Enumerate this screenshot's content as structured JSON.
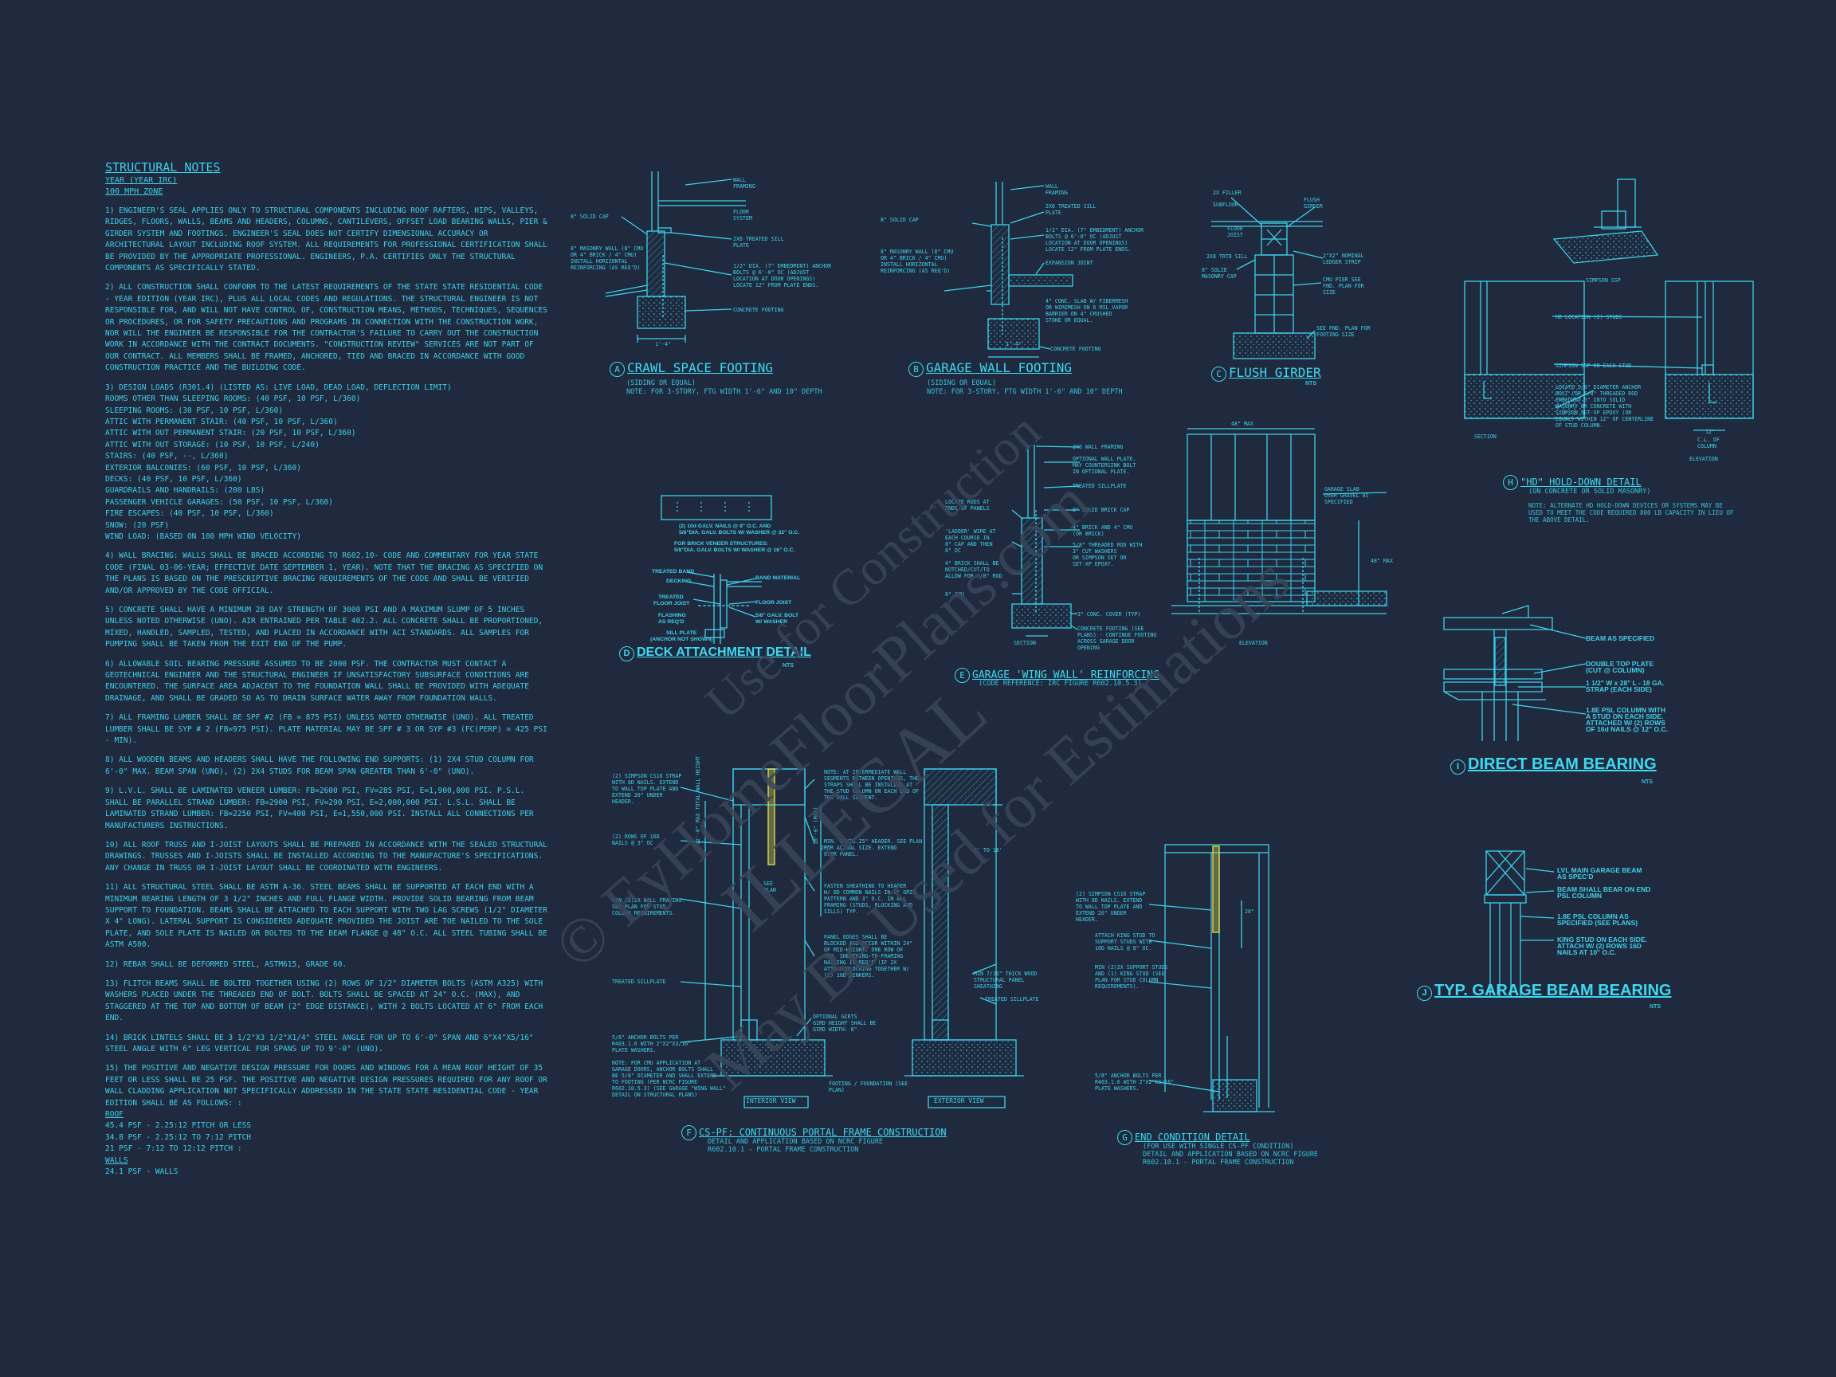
{
  "notes": {
    "title": "STRUCTURAL NOTES",
    "subtitle1": "YEAR  (YEAR IRC)",
    "subtitle2": "100 mph ZONE",
    "paragraphs": [
      "1) ENGINEER'S SEAL APPLIES ONLY TO STRUCTURAL COMPONENTS INCLUDING ROOF RAFTERS, HIPS, VALLEYS, RIDGES, FLOORS, WALLS, BEAMS AND HEADERS, COLUMNS, CANTILEVERS, OFFSET LOAD BEARING WALLS, PIER & GIRDER SYSTEM AND FOOTINGS. ENGINEER'S SEAL DOES NOT CERTIFY DIMENSIONAL ACCURACY OR ARCHITECTURAL LAYOUT INCLUDING ROOF SYSTEM. ALL REQUIREMENTS FOR PROFESSIONAL CERTIFICATION SHALL BE PROVIDED BY THE APPROPRIATE PROFESSIONAL.  ENGINEERS, P.A. CERTIFIES ONLY THE STRUCTURAL COMPONENTS AS SPECIFICALLY STATED.",
      "2) ALL CONSTRUCTION SHALL CONFORM TO THE LATEST REQUIREMENTS OF THE STATE STATE RESIDENTIAL CODE - YEAR EDITION (YEAR IRC), PLUS ALL LOCAL CODES AND REGULATIONS. THE STRUCTURAL ENGINEER IS NOT RESPONSIBLE FOR, AND WILL NOT HAVE CONTROL OF, CONSTRUCTION MEANS, METHODS, TECHNIQUES, SEQUENCES OR PROCEDURES, OR FOR SAFETY PRECAUTIONS AND PROGRAMS IN CONNECTION WITH THE CONSTRUCTION WORK, NOR WILL THE ENGINEER BE RESPONSIBLE FOR THE CONTRACTOR'S FAILURE TO CARRY OUT THE CONSTRUCTION WORK IN ACCORDANCE WITH THE CONTRACT DOCUMENTS. \"CONSTRUCTION REVIEW\" SERVICES ARE NOT PART OF OUR CONTRACT. ALL MEMBERS SHALL BE FRAMED, ANCHORED, TIED AND BRACED IN ACCORDANCE WITH GOOD CONSTRUCTION PRACTICE AND THE BUILDING CODE."
    ],
    "loads_intro": "3) DESIGN LOADS (R301.4) (LISTED AS: LIVE LOAD, DEAD LOAD, DEFLECTION LIMIT)",
    "loads": [
      "ROOMS OTHER THAN SLEEPING ROOMS: (40 PSF, 10 PSF, L/360)",
      "SLEEPING ROOMS: (30 PSF, 10 PSF, L/360)",
      "ATTIC WITH PERMANENT STAIR: (40 PSF, 10 PSF, L/360)",
      "ATTIC WITH OUT PERMANENT STAIR: (20 PSF, 10 PSF, L/360)",
      "ATTIC WITH OUT STORAGE: (10 PSF, 10 PSF, L/240)",
      "STAIRS: (40 PSF, --, L/360)",
      "EXTERIOR BALCONIES: (60 PSF, 10 PSF, L/360)",
      "DECKS: (40 PSF, 10 PSF, L/360)",
      "GUARDRAILS AND HANDRAILS: (200 LBS)",
      "PASSENGER VEHICLE GARAGES: (50 PSF, 10 PSF, L/360)",
      "FIRE ESCAPES: (40 PSF, 10 PSF, L/360)",
      "SNOW: (20 PSF)",
      "WIND LOAD: (BASED ON 100 MPH WIND VELOCITY)"
    ],
    "paragraphs2": [
      "4) WALL BRACING: WALLS SHALL BE BRACED ACCORDING TO R602.10- CODE AND COMMENTARY FOR YEAR STATE CODE (FINAL 03-06-YEAR; EFFECTIVE DATE SEPTEMBER 1, YEAR). NOTE THAT THE BRACING AS SPECIFIED ON THE PLANS IS BASED ON THE PRESCRIPTIVE BRACING REQUIREMENTS OF THE CODE AND SHALL BE VERIFIED AND/OR APPROVED BY THE CODE OFFICIAL.",
      "5) CONCRETE SHALL HAVE A MINIMUM 28 DAY STRENGTH OF 3000 PSI AND A MAXIMUM SLUMP OF 5 INCHES UNLESS NOTED OTHERWISE (UNO). AIR ENTRAINED PER TABLE 402.2. ALL CONCRETE SHALL BE PROPORTIONED, MIXED, HANDLED, SAMPLED, TESTED, AND PLACED IN ACCORDANCE WITH ACI STANDARDS. ALL SAMPLES FOR PUMPING SHALL BE TAKEN FROM THE EXIT END OF THE PUMP.",
      "6) ALLOWABLE SOIL BEARING PRESSURE ASSUMED TO BE 2000 PSF. THE CONTRACTOR MUST CONTACT A GEOTECHNICAL ENGINEER AND THE STRUCTURAL ENGINEER IF UNSATISFACTORY SUBSURFACE CONDITIONS ARE ENCOUNTERED. THE SURFACE AREA ADJACENT TO THE FOUNDATION WALL SHALL BE PROVIDED WITH ADEQUATE DRAINAGE, AND SHALL BE GRADED SO AS TO DRAIN SURFACE WATER AWAY FROM FOUNDATION WALLS.",
      "7) ALL FRAMING LUMBER SHALL BE SPF #2 (Fb = 875 PSI) UNLESS NOTED OTHERWISE (UNO). ALL TREATED LUMBER SHALL BE SYP # 2 (Fb=975 PSI). PLATE MATERIAL MAY BE SPF # 3 OR SYP #3 (Fc(perp) = 425 PSI - MIN).",
      "8) ALL WOODEN BEAMS AND HEADERS SHALL HAVE THE FOLLOWING END SUPPORTS: (1) 2x4 STUD COLUMN FOR 6'-0\" MAX. BEAM SPAN (UNO), (2) 2X4 STUDS FOR BEAM SPAN GREATER THAN 6'-0\" (UNO).",
      "9) L.V.L. SHALL BE LAMINATED VENEER LUMBER: Fb=2600 PSI, Fv=285 PSI, E=1,900,000 PSI. P.S.L. SHALL BE PARALLEL STRAND LUMBER: Fb=2900 PSI, Fv=290 PSI, E=2,000,000 PSI. L.S.L. SHALL BE LAMINATED STRAND LUMBER: Fb=2250 PSI, Fv=400 PSI, E=1,550,000 PSI. INSTALL ALL CONNECTIONS PER MANUFACTURERS INSTRUCTIONS.",
      "10) ALL ROOF TRUSS AND I-JOIST LAYOUTS SHALL BE PREPARED IN ACCORDANCE WITH THE SEALED STRUCTURAL DRAWINGS. TRUSSES AND I-JOISTS SHALL BE INSTALLED ACCORDING TO THE MANUFACTURE'S SPECIFICATIONS. ANY CHANGE IN TRUSS OR I-JOIST LAYOUT SHALL BE COORDINATED WITH ENGINEERS.",
      "11) ALL STRUCTURAL STEEL SHALL BE ASTM A-36. STEEL BEAMS SHALL BE SUPPORTED AT EACH END WITH A MINIMUM BEARING LENGTH OF 3 1/2\" INCHES AND FULL FLANGE WIDTH. PROVIDE SOLID BEARING FROM BEAM SUPPORT TO FOUNDATION. BEAMS SHALL BE ATTACHED TO EACH SUPPORT WITH TWO LAG SCREWS (1/2\" DIAMETER x 4\" LONG). LATERAL SUPPORT IS CONSIDERED ADEQUATE PROVIDED THE JOIST ARE TOE NAILED TO THE SOLE PLATE, AND SOLE PLATE IS NAILED OR BOLTED TO THE BEAM FLANGE @ 48\" O.C. ALL STEEL TUBING SHALL BE ASTM A500.",
      "12) REBAR SHALL BE DEFORMED STEEL, ASTM615, GRADE 60.",
      "13) FLITCH BEAMS SHALL BE BOLTED TOGETHER USING (2) ROWS OF 1/2\" DIAMETER BOLTS (ASTM A325) WITH WASHERS PLACED UNDER THE THREADED END OF BOLT. BOLTS SHALL BE SPACED AT 24\" O.C. (MAX), AND STAGGERED AT THE TOP AND BOTTOM OF BEAM (2\" EDGE DISTANCE), WITH 2 BOLTS LOCATED AT 6\" FROM EACH END.",
      "14) BRICK LINTELS SHALL BE 3 1/2\"x3 1/2\"x1/4\" STEEL ANGLE FOR UP TO 6'-0\" SPAN AND 6\"x4\"x5/16\" STEEL ANGLE WITH 6\" LEG VERTICAL FOR SPANS UP TO 9'-0\" (UNO).",
      "15) THE POSITIVE AND NEGATIVE DESIGN PRESSURE FOR DOORS AND WINDOWS FOR A MEAN ROOF HEIGHT OF 35 FEET OR LESS SHALL BE 25 PSF. THE POSITIVE AND NEGATIVE DESIGN PRESSURES REQUIRED FOR ANY ROOF OR WALL CLADDING APPLICATION NOT SPECIFICALLY ADDRESSED IN THE STATE STATE RESIDENTIAL CODE - YEAR EDITION SHALL BE AS FOLLOWS: :"
    ],
    "roof_head": "ROOF",
    "roof": [
      "45.4 PSF - 2.25:12 PITCH OR LESS",
      "34.8 PSF - 2.25:12 TO 7:12 PITCH",
      "21 PSF - 7:12 TO 12:12 PITCH :"
    ],
    "walls_head": "WALLS",
    "walls": [
      "24.1 PSF - WALLS"
    ]
  },
  "details": {
    "a": {
      "letter": "A",
      "title": "CRAWL SPACE FOOTING",
      "sub1": "(SIDING OR EQUAL)",
      "sub2": "NOTE: FOR 3-STORY, FTG WIDTH 1'-6\" AND 10\" DEPTH",
      "labels": [
        "WALL",
        "FRAMING",
        "8\" SOLID CAP",
        "FLOOR",
        "SYSTEM",
        "2x6 TREATED SILL",
        "PLATE",
        "8\" MASONRY WALL (8\" CMU",
        "OR 4\" BRICK / 4\" CMU)",
        "INSTALL HORIZONTAL",
        "REINFORCING (AS REQ'D)",
        "1/2\" DIA. (7\" EMBEDMENT) ANCHOR",
        "BOLTS @ 6'-0\" OC (ADJUST",
        "LOCATION AT DOOR OPENINGS)",
        "LOCATE 12\" FROM PLATE ENDS.",
        "CONCRETE FOOTING",
        "1'-4\""
      ]
    },
    "b": {
      "letter": "B",
      "title": "GARAGE WALL FOOTING",
      "sub1": "(SIDING OR EQUAL)",
      "sub2": "NOTE: FOR 3-STORY, FTG WIDTH 1'-6\" AND 10\" DEPTH",
      "labels": [
        "WALL",
        "FRAMING",
        "2x6 TREATED SILL",
        "PLATE",
        "8\" SOLID CAP",
        "1/2\" DIA. (7\" EMBEDMENT) ANCHOR",
        "BOLTS @ 6'-0\" OC (ADJUST",
        "LOCATION AT DOOR OPENINGS)",
        "LOCATE 12\" FROM PLATE ENDS.",
        "EXPANSION JOINT",
        "8\" MASONRY WALL (8\" CMU",
        "OR 4\" BRICK / 4\" CMU)",
        "INSTALL HORIZONTAL",
        "REINFORCING (AS REQ'D)",
        "4\" CONC. SLAB w/ FIBERMESH",
        "OR WIREMESH ON 6 MIL VAPOR",
        "BARRIER ON 4\" CRUSHED",
        "STONE OR EQUAL.",
        "CONCRETE FOOTING",
        "1'-4\""
      ]
    },
    "c": {
      "letter": "C",
      "title": "FLUSH GIRDER",
      "nts": "NTS",
      "labels": [
        "2X FILLER",
        "SUBFLOOR",
        "FLUSH",
        "GIRDER",
        "FLOOR",
        "JOIST",
        "2X8 TRTD SILL",
        "2\"X2\" NOMINAL",
        "LEDGER STRIP",
        "8\" SOLID",
        "MASONRY CAP",
        "CMU PIER SEE",
        "FND. PLAN FOR",
        "SIZE",
        "SEE FND. PLAN FOR",
        "FOOTING SIZE"
      ]
    },
    "d": {
      "letter": "D",
      "title": "DECK ATTACHMENT DETAIL",
      "nts": "NTS",
      "labels": [
        "(2) 10d GALV. NAILS @ 8\" O.C. AND",
        "5/8\"DIA. GALV. BOLTS W/ WASHER @ 32\" O.C.",
        "FOR BRICK VENEER STRUCTURES:",
        "5/8\"DIA. GALV. BOLTS W/ WASHER @ 16\" O.C.",
        "TREATED BAND",
        "DECKING",
        "BAND MATERIAL",
        "TREATED",
        "FLOOR JOIST",
        "FLOOR JOIST",
        "FLASHING",
        "AS REQ'D",
        "5/8\" GALV. BOLT",
        "W/ WASHER",
        "SILL PLATE",
        "(ANCHOR NOT SHOWN)"
      ]
    },
    "e": {
      "letter": "E",
      "title": "GARAGE 'WING WALL' REINFORCING",
      "sub1": "(CODE REFERENCE: IRC FIGURE R602.10.5.3)",
      "labels": [
        "2x6 WALL FRAMING",
        "OPTIONAL WALL PLATE.",
        "MAY COUNTERSINK BOLT",
        "IN OPTIONAL PLATE.",
        "TREATED SILLPLATE",
        "8\" SOLID BRICK CAP",
        "4\" BRICK AND 4\" CMU",
        "(OR BRICK)",
        "5/8\" THREADED ROD WITH",
        "3\" CUT WASHERS",
        "OR SIMPSON SET OR",
        "SET-XP EPOXY.",
        "LOCATE RODS AT",
        "ENDS OF PANELS",
        "'LADDER' WIRE AT",
        "EACH COURSE IN",
        "8\" CAP AND THEN",
        "8\" OC",
        "4\" BRICK SHALL BE",
        "NOTCHED/CUT/TO",
        "ALLOW FOR 5/8\" ROD",
        "8\" CMU",
        "3\" CONC. COVER (TYP)",
        "CONCRETE FOOTING (SEE",
        "PLANS) - CONTINUE FOOTING",
        "ACROSS GARAGE DOOR",
        "OPENING",
        "GARAGE SLAB",
        "OVER GRAVEL AS",
        "SPECIFIED",
        "48\" MAX",
        "48\" MAX",
        "SECTION",
        "ELEVATION"
      ]
    },
    "f": {
      "letter": "F",
      "title": "CS-PF: CONTINUOUS PORTAL FRAME CONSTRUCTION",
      "sub1": "DETAIL AND APPLICATION BASED ON NCRC FIGURE",
      "sub2": "R602.10.1 - PORTAL FRAME CONSTRUCTION",
      "labels": [
        "(2) SIMPSON CS16 STRAP",
        "WITH 8d NAILS. EXTEND",
        "TO WALL TOP PLATE AND",
        "EXTEND 20\" UNDER",
        "HEADER.",
        "(2) ROWS OF 16d",
        "NAILS @ 3\" OC",
        "MIN (2)2X WALL FRAMING.",
        "SEE PLAN FOR STUD",
        "COLUMN REQUIREMENTS.",
        "TREATED SILLPLATE",
        "5/8\" ANCHOR BOLTS PER",
        "R403.1.6 WITH 2\"x2\"x3/16\"",
        "PLATE WASHERS.",
        "NOTE: FOR CMU APPLICATION AT",
        "GARAGE DOORS, ANCHOR BOLTS SHALL",
        "BE 5/8\" DIAMETER AND SHALL EXTEND",
        "TO FOOTING (PER NCRC FIGURE",
        "R602.10.5.3) (SEE GARAGE \"WING WALL\"",
        "DETAIL ON STRUCTURAL PLANS)",
        "NOTE: AT INTERMEDIATE WALL",
        "SEGMENTS BETWEEN OPENINGS, THE",
        "STRAPS SHALL BE INSTALLED AT",
        "THE STUD COLUMN ON EACH END OF",
        "THE WALL SEGMENT.",
        "MIN. 3\"x11.25\" HEADER. SEE PLAN",
        "FOR ACTUAL SIZE. EXTEND",
        "OVER PANEL.",
        "FASTEN SHEATHING TO HEADER",
        "W/ 8d COMMON NAILS IN 3\" GRID",
        "PATTERN AND 3\" O.C. IN ALL",
        "FRAMING (STUDS, BLOCKING AND",
        "SILLS) TYP.",
        "PANEL EDGES SHALL BE",
        "BLOCKED AND OCCUR WITHIN 24\"",
        "OF MID-HEIGHT. ONE ROW OF",
        "TYP. SHEATHING-TO-FRAMING",
        "NAILING IS REQ'D (IF 2X",
        "ATTACH BLOCKING TOGETHER W/",
        "(2) 16d SINKERS.",
        "OPTIONAL GIRTS",
        "GIRD HEIGHT SHALL BE",
        "GIRD WIDTH: 8\"",
        "FOOTING / FOUNDATION (SEE",
        "PLAN)",
        "MIN 7/16\" THICK WOOD",
        "STRUCTURAL PANEL",
        "SHEATHING",
        "TREATED SILLPLATE",
        "12'-0\" MAX TOTAL WALL HEIGHT",
        "10'-0\" (MAX)",
        "SEE",
        "PLAN",
        "2' TO 18'",
        "20\""
      ],
      "interior": "INTERIOR VIEW",
      "exterior": "EXTERIOR VIEW"
    },
    "g": {
      "letter": "G",
      "title": "END CONDITION DETAIL",
      "sub1": "(FOR USE WITH SINGLE CS-PF CONDITION)",
      "sub2": "DETAIL AND APPLICATION BASED ON NCRC FIGURE",
      "sub3": "R602.10.1 - PORTAL FRAME CONSTRUCTION",
      "labels": [
        "(2) SIMPSON CS16 STRAP",
        "WITH 8d NAILS. EXTEND",
        "TO WALL TOP PLATE AND",
        "EXTEND 20\" UNDER",
        "HEADER.",
        "ATTACH KING STUD TO",
        "SUPPORT STUDS WITH",
        "10d NAILS @ 8\" OC.",
        "MIN (2)2X SUPPORT STUDS",
        "AND (1) KING STUD (SEE",
        "PLAN FOR STUD COLUMN",
        "REQUIREMENTS).",
        "5/8\" ANCHOR BOLTS PER",
        "R403.1.6 WITH 2\"x2\"x3/16\"",
        "PLATE WASHERS.",
        "20\""
      ]
    },
    "h": {
      "letter": "H",
      "title": "\"HD\" HOLD-DOWN DETAIL",
      "sub1": "(ON CONCRETE OR SOLID MASONRY)",
      "sub2": "NOTE: ALTERNATE HD HOLD-DOWN DEVICES OR SYSTEMS MAY BE",
      "sub3": "USED TO MEET THE CODE REQUIRED 800 LB CAPACITY IN LIEU OF",
      "sub4": "THE ABOVE DETAIL.",
      "labels": [
        "SIMPSON SSP",
        "HD LOCATION (2) STUDS",
        "SIMPSON SSP ON EACH STUD",
        "LOCATE 5/8\" DIAMETER ANCHOR",
        "BOLT (OR 5/8\" THREADED ROD",
        "EMBEDDED 5\" INTO SOLID",
        "MASONRY OR CONCRETE WITH",
        "SIMPSON SET-XP EPOXY (OR",
        "EQUAL) WITHIN 12\" OF CENTERLINE",
        "OF STUD COLUMN.",
        "SECTION",
        "12\"",
        "C.L. OF",
        "COLUMN",
        "ELEVATION"
      ]
    },
    "i": {
      "letter": "I",
      "title": "DIRECT BEAM BEARING",
      "nts": "NTS",
      "labels": [
        "BEAM AS SPECIFIED",
        "DOUBLE TOP PLATE",
        "(CUT @ COLUMN)",
        "1 1/2\" W x 28\" L - 18 GA.",
        "STRAP (EACH SIDE)",
        "1.8E PSL COLUMN WITH",
        "A STUD ON EACH SIDE.",
        "ATTACHED W/ (2) ROWS",
        "OF 16d NAILS @ 12\" O.C."
      ]
    },
    "j": {
      "letter": "J",
      "title": "TYP. GARAGE BEAM BEARING",
      "nts": "NTS",
      "labels": [
        "LVL MAIN GARAGE BEAM",
        "AS SPEC'D",
        "BEAM SHALL BEAR ON END",
        "PSL COLUMN",
        "1.8E PSL COLUMN AS",
        "SPECIFIED (SEE PLANS)",
        "KING STUD ON EACH SIDE.",
        "ATTACH W/ (2) ROWS 16D",
        "NAILS AT 10\" O.C."
      ]
    }
  },
  "watermark": {
    "line1": "ILLEGAL",
    "line2": "© EyHomeFloorPlans.com",
    "line3": "May Be Used for Estimations",
    "line4": "Use for Construction"
  },
  "colors": {
    "background": "#1f2a3e",
    "line": "#3ed0ec",
    "hatch": "#2a9bb5",
    "accent": "#e6e14a",
    "watermark": "#3a4558"
  }
}
